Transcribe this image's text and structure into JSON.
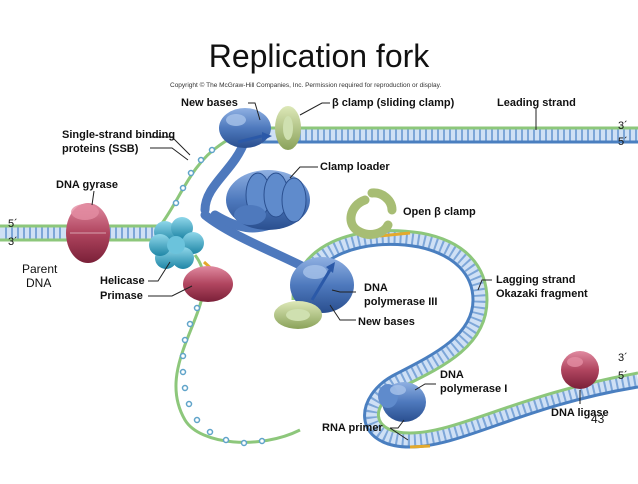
{
  "title": "Replication fork",
  "copyright": "Copyright © The McGraw-Hill Companies, Inc. Permission required for reproduction or display.",
  "labels": {
    "new_bases_top": "New bases",
    "beta_clamp": "β clamp (sliding clamp)",
    "leading_strand": "Leading strand",
    "ssb_line1": "Single-strand binding",
    "ssb_line2": "proteins (SSB)",
    "clamp_loader": "Clamp loader",
    "dna_gyrase": "DNA gyrase",
    "open_beta_clamp": "Open β clamp",
    "parent_line1": "Parent",
    "parent_line2": "DNA",
    "helicase": "Helicase",
    "primase": "Primase",
    "pol3_line1": "DNA",
    "pol3_line2": "polymerase III",
    "lagging_line1": "Lagging strand",
    "lagging_line2": "Okazaki fragment",
    "new_bases_bottom": "New bases",
    "pol1_line1": "DNA",
    "pol1_line2": "polymerase I",
    "dna_ligase": "DNA ligase",
    "rna_primer": "RNA primer"
  },
  "strand_ends": {
    "top_right_3": "3´",
    "top_right_5": "5´",
    "left_5": "5´",
    "left_3": "3´",
    "bottom_right_3": "3´",
    "bottom_right_5": "5´"
  },
  "page_number": "43",
  "colors": {
    "template_strand": "#8dc77b",
    "new_strand": "#4a7fc0",
    "rungs": "#b8d0ee",
    "helicase": "#35a7c4",
    "protein_blue": "#4e79bd",
    "gyrase": "#b0455f",
    "primase": "#9b3251",
    "clamp": "#a7bd74",
    "rna_primer": "#e3a92c",
    "ssb": "#5fa3c9"
  }
}
